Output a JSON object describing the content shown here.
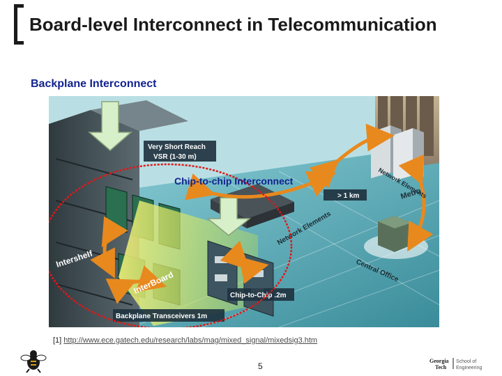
{
  "slide": {
    "title": "Board-level Interconnect in Telecommunication",
    "subtitle": "Backplane Interconnect",
    "page_number": "5"
  },
  "figure": {
    "labels": {
      "vsr_line1": "Very Short Reach",
      "vsr_line2": "VSR (1-30 m)",
      "chip_to_chip_interconnect": "Chip-to-chip Interconnect",
      "distance_1km": "> 1 km",
      "metro": "Metro",
      "network_elements_top": "Network Elements",
      "network_elements_mid": "Network Elements",
      "central_office": "Central Office",
      "intershelf": "Intershelf",
      "interboard": "InterBoard",
      "chip_to_chip_2m": "Chip-to-Chip .2m",
      "backplane_transceivers": "Backplane Transceivers 1m"
    }
  },
  "footnote": {
    "marker": "[1]",
    "url": "http://www.ece.gatech.edu/research/labs/mag/mixed_signal/mixedsig3.htm"
  },
  "logo": {
    "word1": "Georgia",
    "word2": "Tech",
    "dept1": "School of",
    "dept2": "Engineering"
  },
  "colors": {
    "title": "#1a1a1a",
    "subtitle": "#13238f",
    "ellipse": "#e01818",
    "arrow_orange": "#e8891e"
  }
}
